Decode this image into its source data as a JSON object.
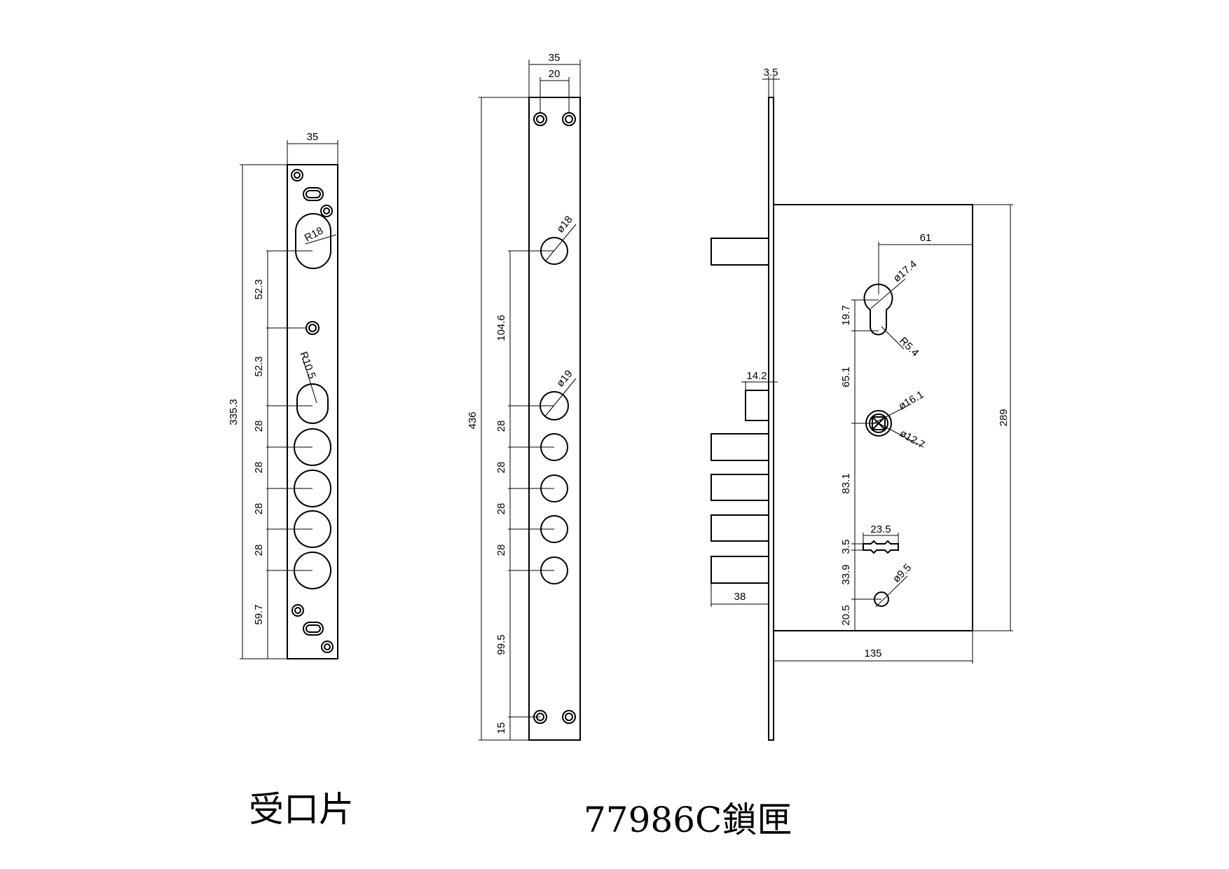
{
  "captions": {
    "strike_plate": "受口片",
    "lock_body": "77986C鎖匣"
  },
  "strike_plate_dims": {
    "width": "35",
    "height": "335.3",
    "spacing_1": "52.3",
    "spacing_2": "52.3",
    "spacing_3": "28",
    "spacing_4": "28",
    "spacing_5": "28",
    "spacing_6": "28",
    "bottom": "59.7",
    "radius_top": "R18",
    "radius_mid": "R10.5"
  },
  "faceplate_dims": {
    "width": "35",
    "hole_spacing": "20",
    "height": "436",
    "spacing_1": "104.6",
    "spacing_2": "28",
    "spacing_3": "28",
    "spacing_4": "28",
    "spacing_5": "28",
    "spacing_6": "99.5",
    "bottom": "15",
    "dia_top": "ø18",
    "dia_mid": "ø19"
  },
  "lock_body_dims": {
    "plate_thickness": "3.5",
    "latch_width": "14.2",
    "cylinder_offset": "61",
    "cylinder_dia": "ø17.4",
    "cylinder_radius": "R5.4",
    "cylinder_height": "19.7",
    "spindle_spacing": "65.1",
    "spindle_outer": "ø16.1",
    "spindle_inner": "ø12.7",
    "lower_spacing": "83.1",
    "slot_width": "23.5",
    "slot_height": "3.5",
    "hole_spacing": "33.9",
    "bottom": "20.5",
    "hole_dia": "ø9.5",
    "height": "289",
    "depth": "135",
    "bolt_throw": "38"
  }
}
